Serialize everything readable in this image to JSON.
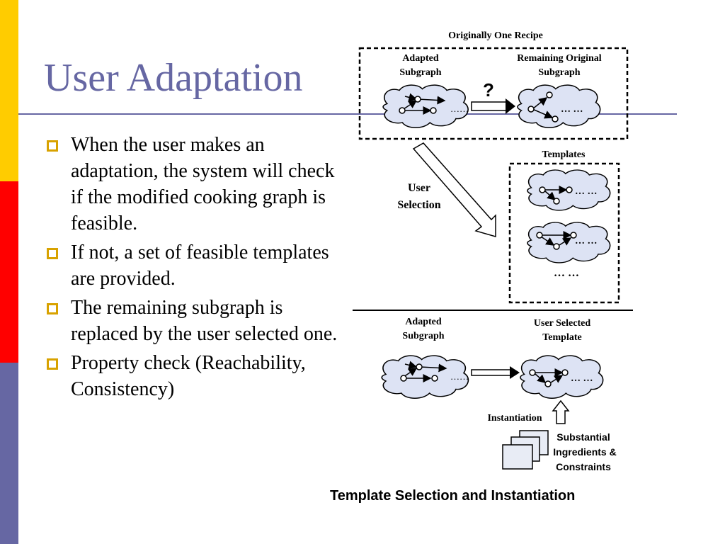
{
  "slide": {
    "title": "User Adaptation",
    "bullets": [
      "When the user makes an adaptation, the system will check if the modified cooking graph is feasible.",
      "If not, a set of feasible templates are provided.",
      "The remaining subgraph is replaced by the user selected one.",
      "Property check (Reachability, Consistency)"
    ]
  },
  "diagram": {
    "top_box_label": "Originally One Recipe",
    "adapted_subgraph_label_1": "Adapted",
    "adapted_subgraph_label_2": "Subgraph",
    "remaining_label_1": "Remaining Original",
    "remaining_label_2": "Subgraph",
    "question_mark": "?",
    "ellipsis_dots": "……",
    "ellipsis": "… …",
    "templates_label": "Templates",
    "user_selection_1": "User",
    "user_selection_2": "Selection",
    "bottom_adapted_1": "Adapted",
    "bottom_adapted_2": "Subgraph",
    "user_selected_1": "User Selected",
    "user_selected_2": "Template",
    "instantiation_label": "Instantiation",
    "ingredients_1": "Substantial",
    "ingredients_2": "Ingredients &",
    "ingredients_3": "Constraints",
    "caption": "Template Selection and Instantiation"
  },
  "colors": {
    "accent": "#6667a3",
    "yellow": "#ffcc00",
    "red": "#ff0000",
    "bullet": "#d8a200",
    "cloud_fill": "#dde3f4"
  }
}
